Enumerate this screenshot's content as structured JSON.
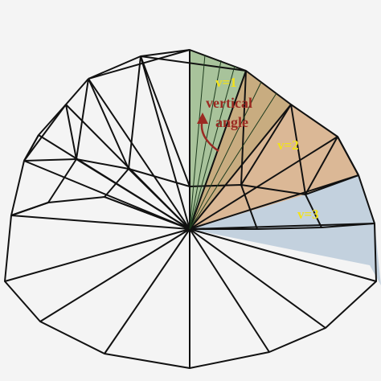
{
  "labels": {
    "v1": "v=1",
    "v2": "v=2",
    "v3": "v=3",
    "angle_line1": "vertical",
    "angle_line2": "angle"
  },
  "colors": {
    "background": "#f4f4f4",
    "wire": "#111111",
    "sector_v1": "#8fb37e",
    "sector_v2": "#d3a477",
    "sector_v3": "#a9bfd3",
    "label_yellow": "#f2e21a",
    "label_red": "#9b2a22",
    "arrow": "#9b2a22"
  }
}
